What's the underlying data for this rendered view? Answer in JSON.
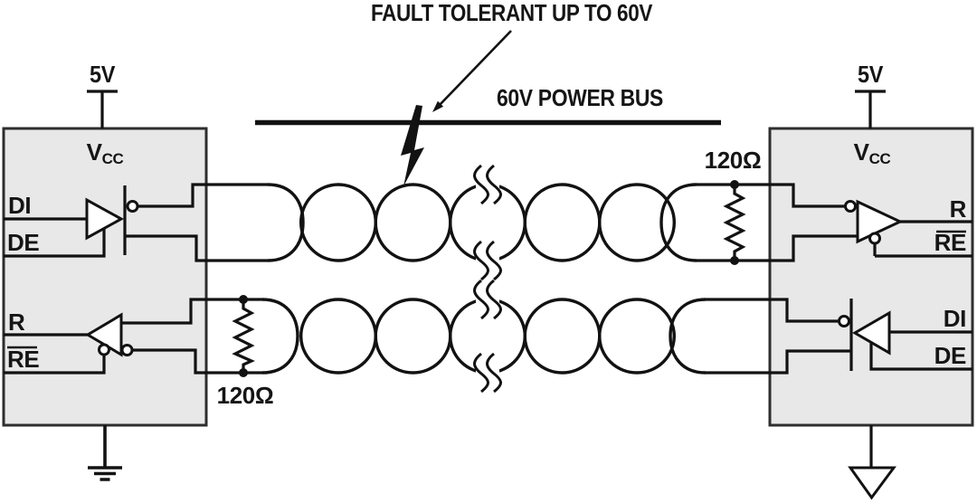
{
  "colors": {
    "ic_fill": "#e8e8e8",
    "line": "#121212",
    "text": "#151515",
    "background": "#ffffff"
  },
  "annotation": {
    "title": "FAULT TOLERANT UP TO 60V",
    "bus_label": "60V POWER BUS"
  },
  "supplies": {
    "left": "5V",
    "right": "5V"
  },
  "left_ic": {
    "vcc_main": "V",
    "vcc_sub": "CC",
    "pin_di": "DI",
    "pin_de": "DE",
    "pin_r": "R",
    "pin_re": "RE"
  },
  "right_ic": {
    "vcc_main": "V",
    "vcc_sub": "CC",
    "pin_r": "R",
    "pin_re": "RE",
    "pin_di": "DI",
    "pin_de": "DE"
  },
  "resistors": {
    "top_right": "120Ω",
    "bottom_left": "120Ω"
  },
  "symbols": {
    "fault": "lightning-bolt-icon",
    "fault_pointer": "arrow-icon",
    "left_ground": "earth-ground-symbol",
    "right_ground": "signal-ground-triangle-symbol",
    "cable": "twisted-pair-loops",
    "break": "cable-length-break-marks"
  }
}
